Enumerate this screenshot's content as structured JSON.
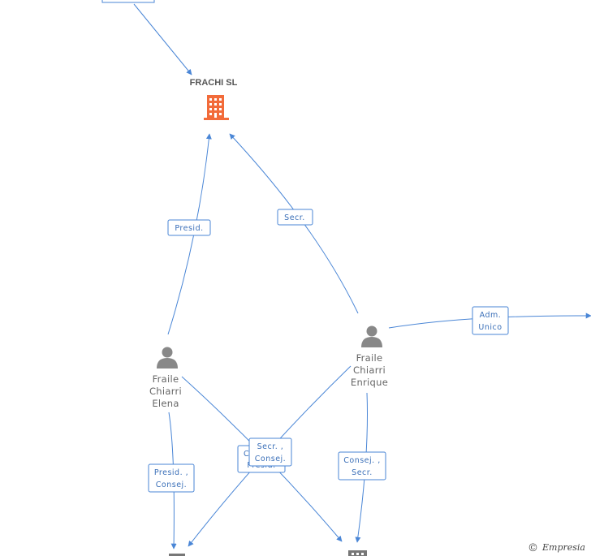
{
  "nodes": {
    "frachi": {
      "name": "FRACHI SL",
      "color": "#f26b3a"
    },
    "elena": {
      "lines": [
        "Fraile",
        "Chiarri",
        "Elena"
      ]
    },
    "enrique": {
      "lines": [
        "Fraile",
        "Chiarri",
        "Enrique"
      ]
    }
  },
  "edge_labels": {
    "presid": "Presid.",
    "secr": "Secr.",
    "adm_1": "Adm.",
    "adm_2": "Unico",
    "elena_1": "Presid. ,",
    "elena_2": "Consej.",
    "enrique_1": "Consej. ,",
    "enrique_2": "Secr.",
    "center_1": "Secr. ,",
    "center_2": "Consej.",
    "center_back_1": "C",
    "center_back_2": "Presid."
  },
  "footer": {
    "copyright_symbol": "©",
    "brand": "Empresia"
  },
  "colors": {
    "edge": "#4a86d6",
    "person": "#888888",
    "company_gray": "#777777"
  }
}
